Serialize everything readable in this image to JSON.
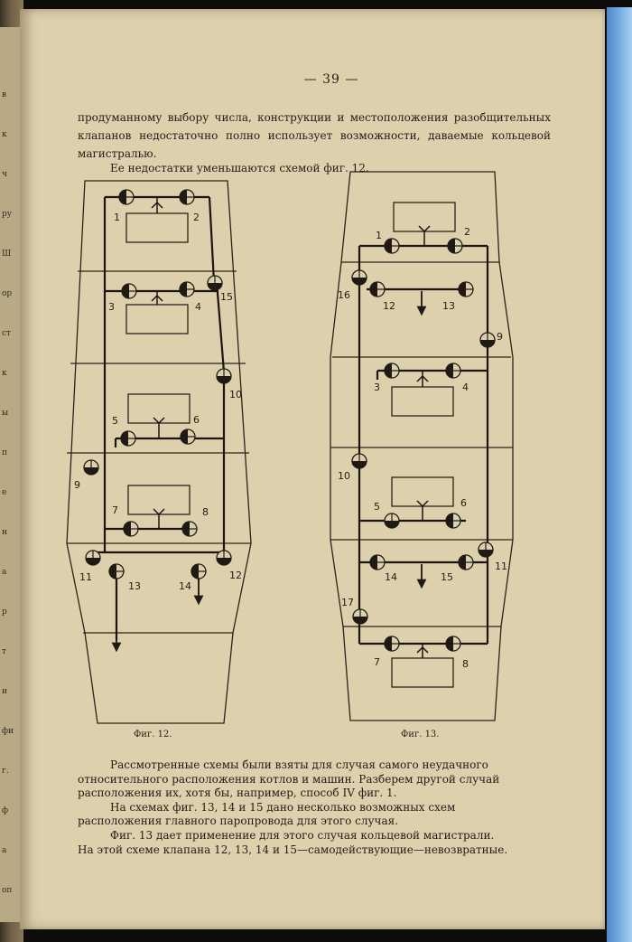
{
  "page_number": "— 39 —",
  "paragraphs": {
    "top": "продуманному выбору числа, конструкции и местоположения разобщительных клапанов недостаточно полно использует возможности, даваемые кольцевой магистралью.",
    "fig12_intro": "Ее недостатки уменьшаются схемой фиг. 12.",
    "bottom": [
      "Рассмотренные схемы были взяты для случая самого неудачного",
      "относительного расположения котлов и машин. Разберем другой случай",
      "расположения их, хотя бы, например, способ IV фиг. 1.",
      "На схемах фиг. 13, 14 и 15 дано несколько возможных схем",
      "расположения главного паропровода для этого случая.",
      "Фиг. 13 дает применение для этого случая кольцевой магистрали.",
      "На этой схеме клапана 12, 13, 14 и 15—самодействующие—невозвратные."
    ]
  },
  "figures": {
    "fig12": {
      "caption": "Фиг. 12.",
      "valve_labels": [
        "1",
        "2",
        "3",
        "4",
        "15",
        "10",
        "5",
        "6",
        "9",
        "7",
        "8",
        "11",
        "13",
        "14",
        "12"
      ]
    },
    "fig13": {
      "caption": "Фиг. 13.",
      "valve_labels": [
        "1",
        "2",
        "16",
        "12",
        "13",
        "9",
        "3",
        "4",
        "10",
        "5",
        "6",
        "14",
        "15",
        "11",
        "17",
        "7",
        "8"
      ]
    }
  },
  "prev_page_marks": [
    "в",
    "к",
    "ч",
    "ру",
    "Ш",
    "ор",
    "ст",
    "к",
    "ы",
    "п",
    "е",
    "н",
    "а",
    "р",
    "т",
    "и",
    "фи",
    "г.",
    "ф",
    "а",
    "оп"
  ]
}
